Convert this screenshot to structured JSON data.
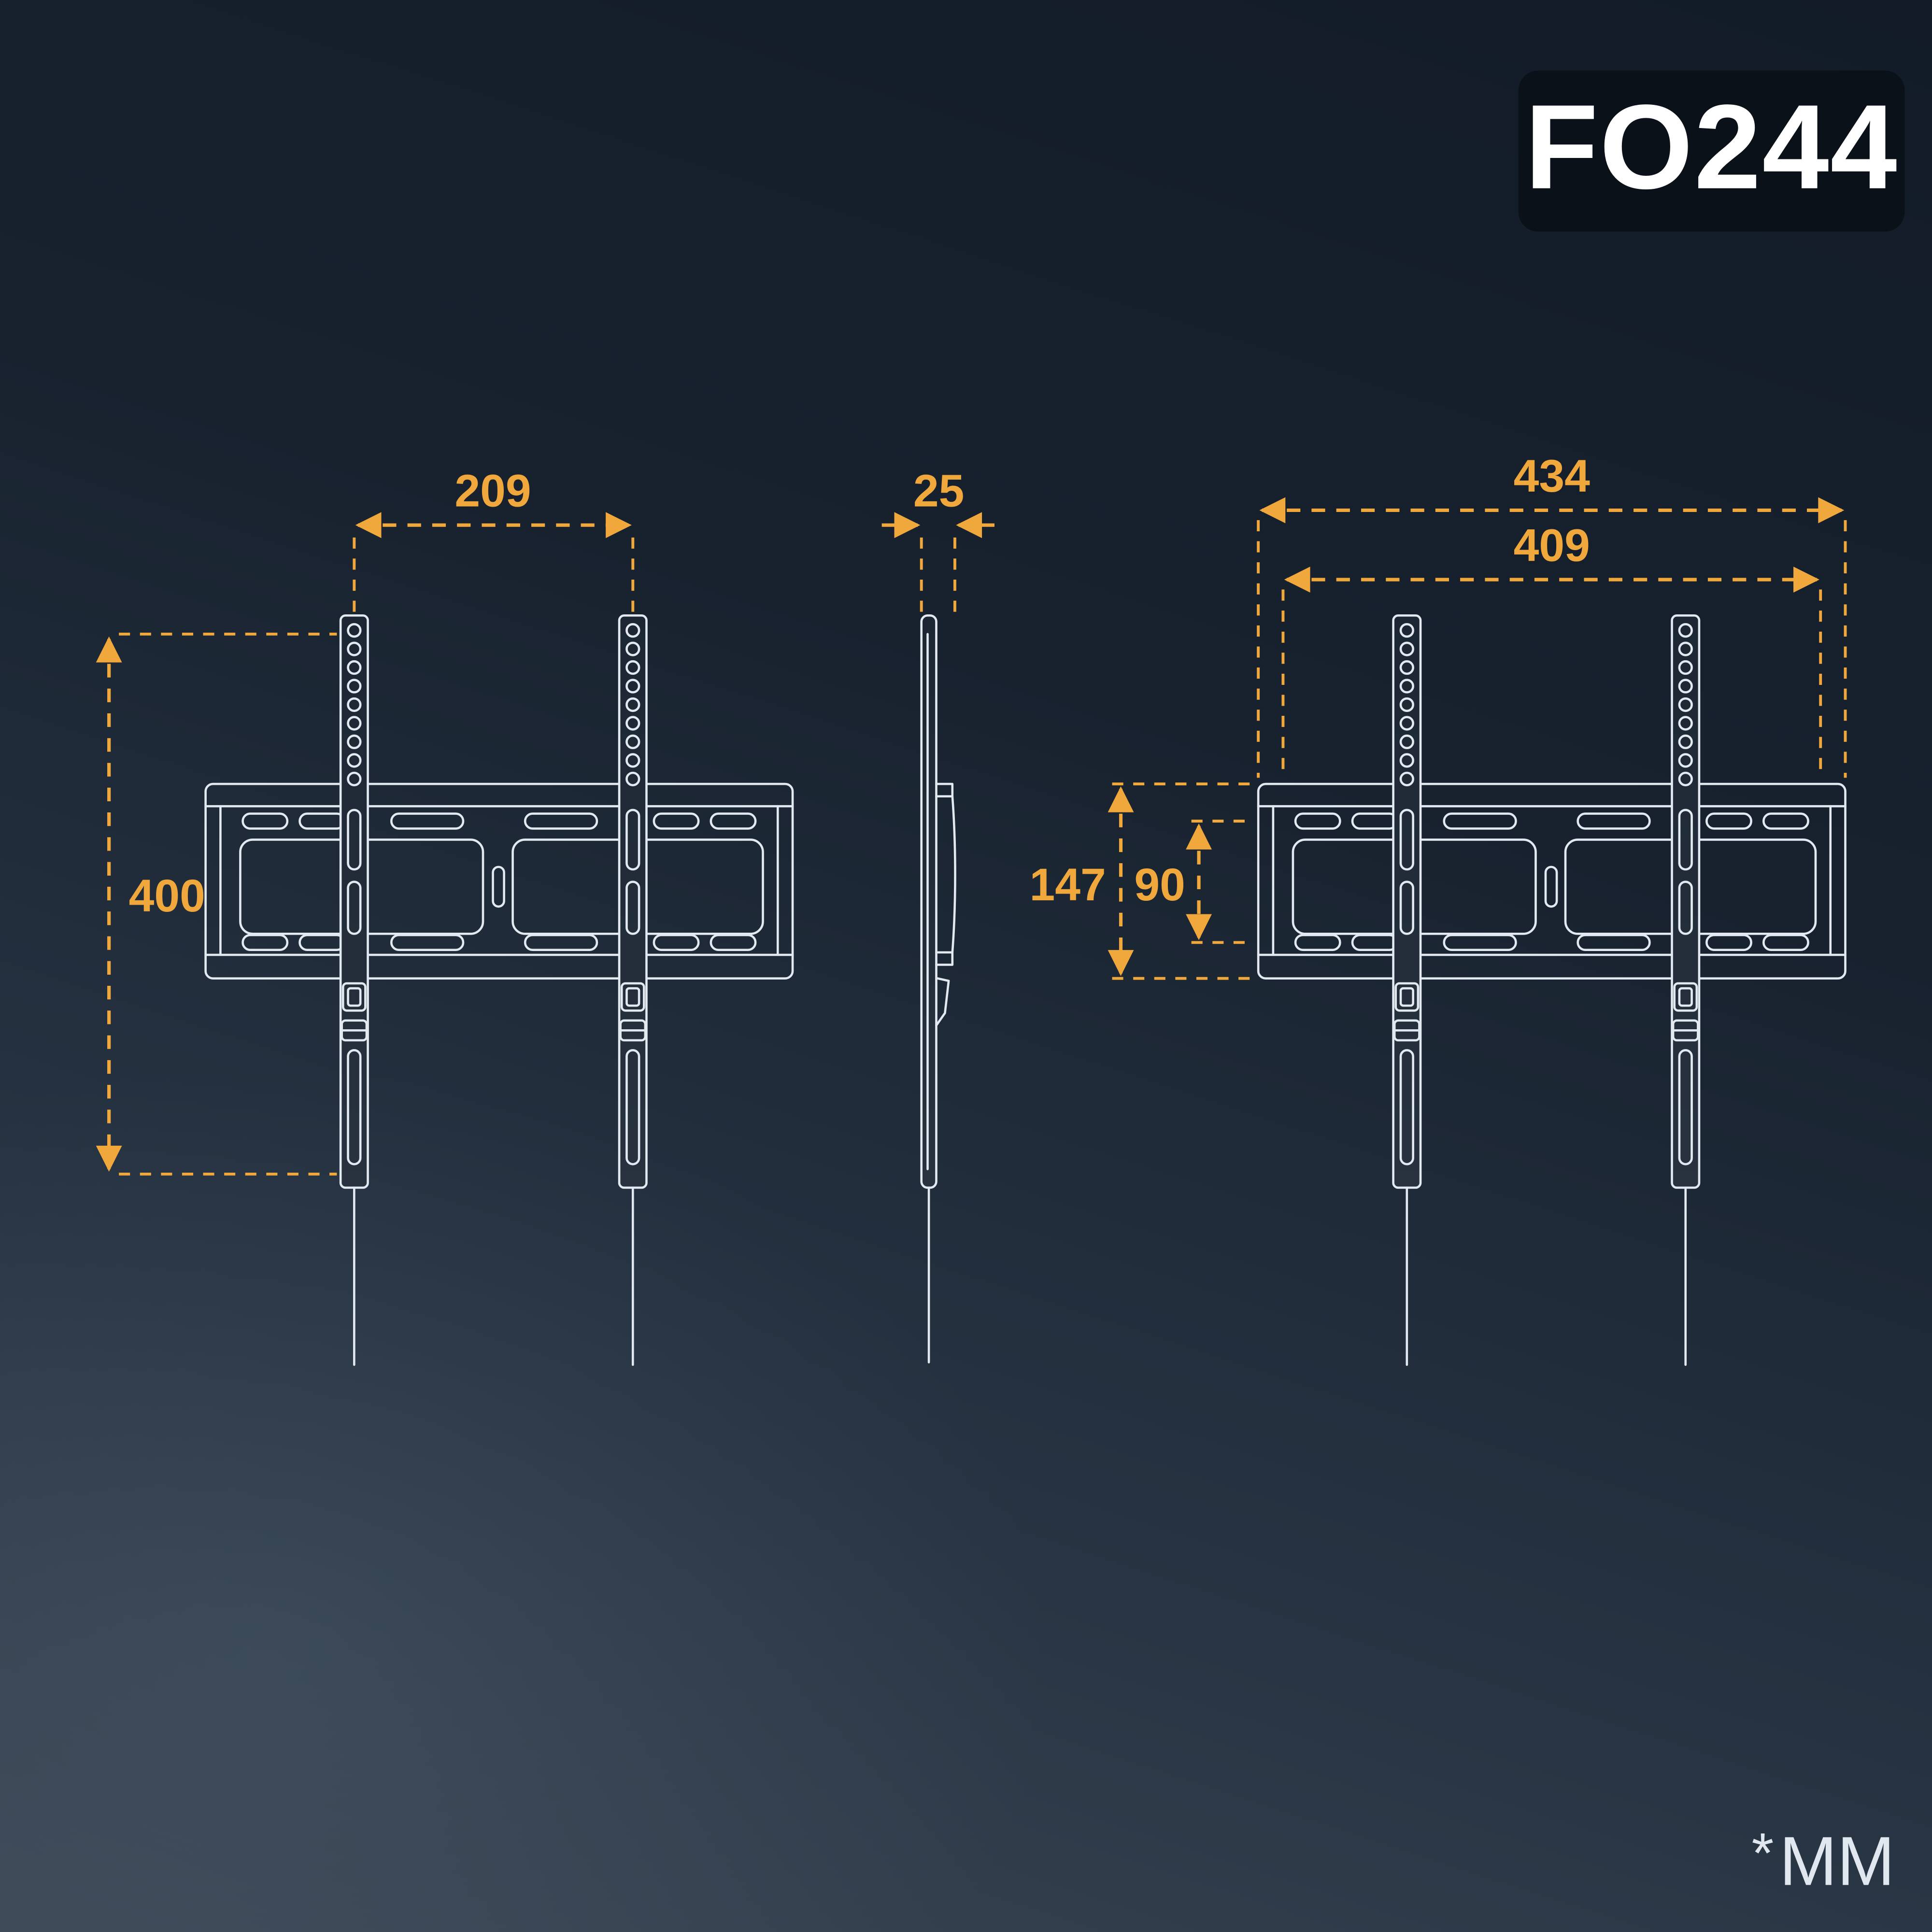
{
  "badge": {
    "model": "FO244"
  },
  "views": {
    "front": {
      "dims": {
        "rail_spacing": "209",
        "vesa_height": "400"
      }
    },
    "side": {
      "dims": {
        "depth": "25"
      }
    },
    "plate": {
      "dims": {
        "plate_width": "434",
        "slot_span": "409",
        "plate_height": "147",
        "slot_row_spacing": "90"
      }
    }
  },
  "footnote": {
    "symbol": "*",
    "unit": "MM"
  },
  "colors": {
    "background_top": "#121b27",
    "background_bottom": "#3b4754",
    "drawing_line": "#e2e9f0",
    "dimension_accent": "#f0a73c",
    "badge_background": "#0a1017",
    "badge_text": "#ffffff"
  }
}
